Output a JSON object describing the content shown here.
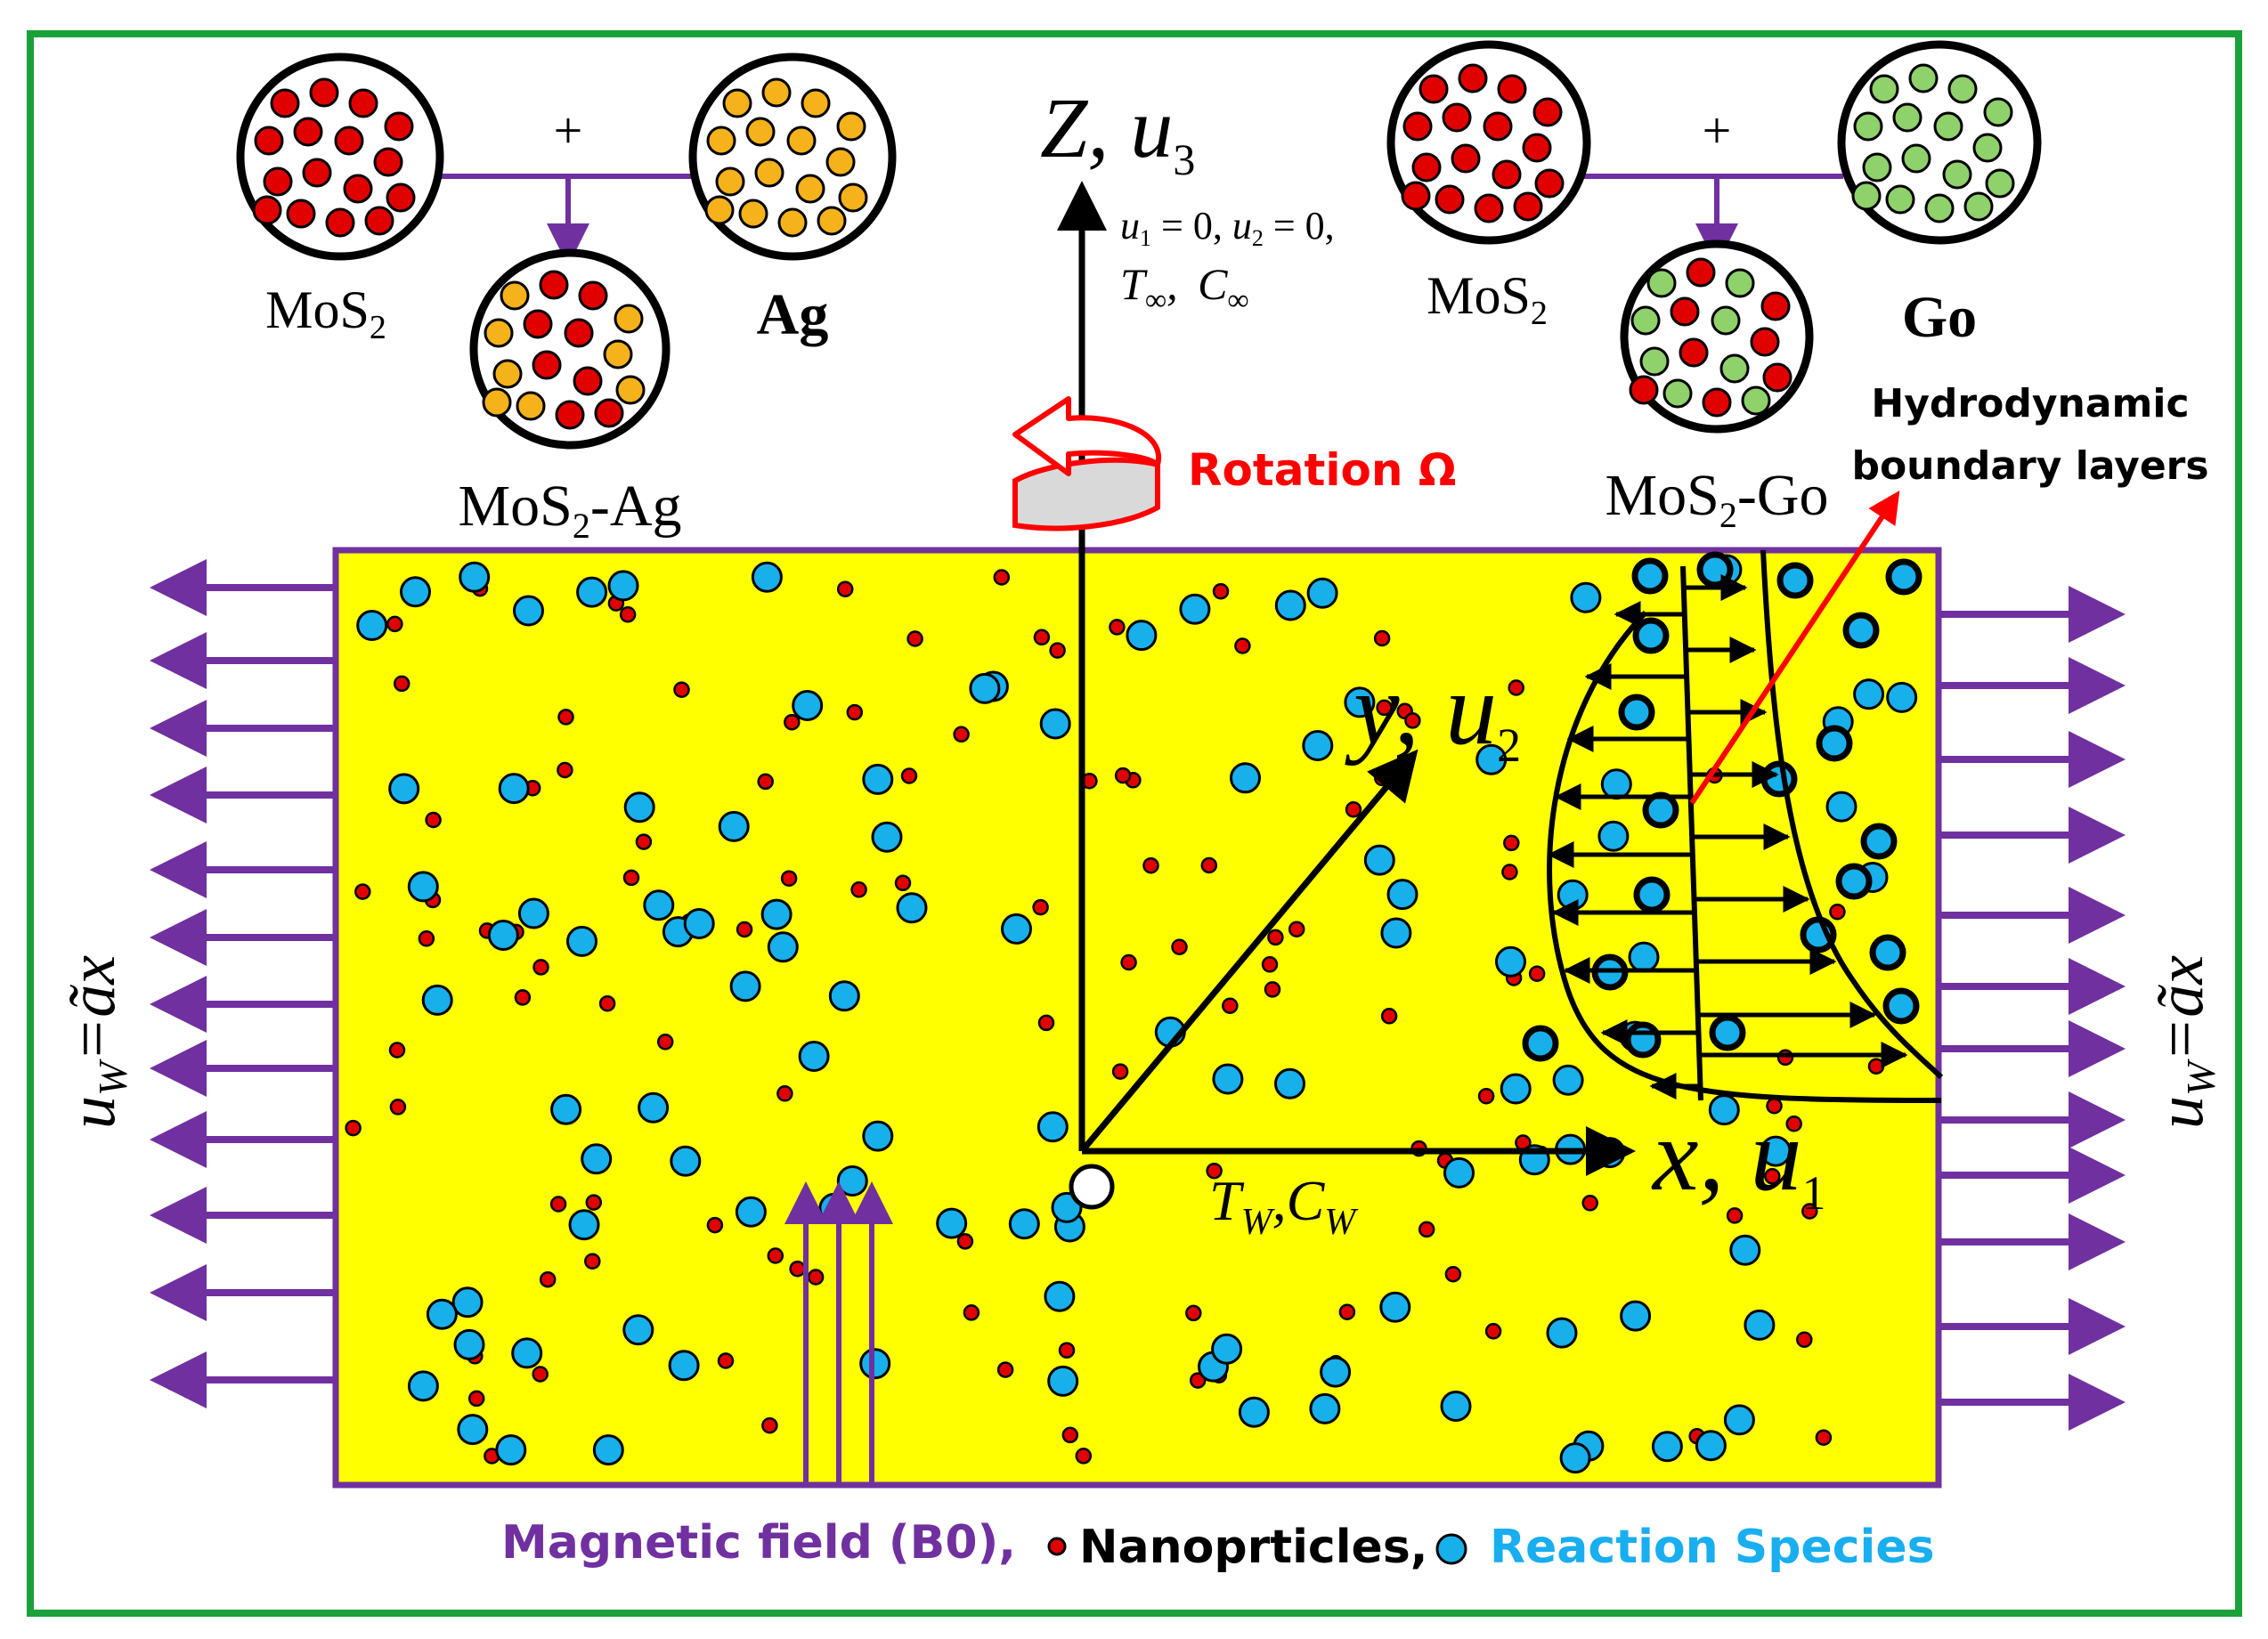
{
  "colors": {
    "frame": "#1aa13a",
    "domain_fill": "#ffff00",
    "domain_stroke": "#7030a0",
    "arrow_purple": "#7030a0",
    "nanoparticle": "#e00000",
    "species": "#17b0ea",
    "ag": "#f5b21a",
    "go": "#8fd16a",
    "rotation": "#ff0000",
    "hydro_arrow": "#ff0000",
    "text_black": "#000000",
    "text_purple": "#7030a0",
    "text_blue": "#18aef0"
  },
  "top_left_mix": {
    "plus": "+",
    "a_label": "MoS",
    "a_sub": "2",
    "b_label": "Ag",
    "mix_pre": "MoS",
    "mix_sub": "2",
    "mix_post": "-Ag"
  },
  "top_right_mix": {
    "plus": "+",
    "a_label": "MoS",
    "a_sub": "2",
    "b_label": "Go",
    "mix_pre": "MoS",
    "mix_sub": "2",
    "mix_post": "-Go"
  },
  "axes": {
    "z_label": "Z, u",
    "z_sub": "3",
    "y_label": "y, u",
    "y_sub": "2",
    "x_label": "x, u",
    "x_sub": "1",
    "far_field_u1": "u",
    "far_field_u1_sub": "1",
    "far_field_eq1": " = 0, ",
    "far_field_u2": "u",
    "far_field_u2_sub": "2",
    "far_field_eq2": " = 0,",
    "far_field_T": "T",
    "far_field_C": "C",
    "inf_sub": "∞",
    "wall_T": "T",
    "wall_C": "C",
    "wall_sub": "W"
  },
  "rotation": {
    "label": "Rotation Ω"
  },
  "hydro": {
    "line1": "Hydrodynamic",
    "line2": "boundary layers"
  },
  "stretch": {
    "u": "u",
    "sub": "W",
    "eq": "=ãx"
  },
  "legend": {
    "magnetic": "Magnetic field (B0),",
    "nano": "Nanoprticles,",
    "species": "Reaction Species"
  }
}
